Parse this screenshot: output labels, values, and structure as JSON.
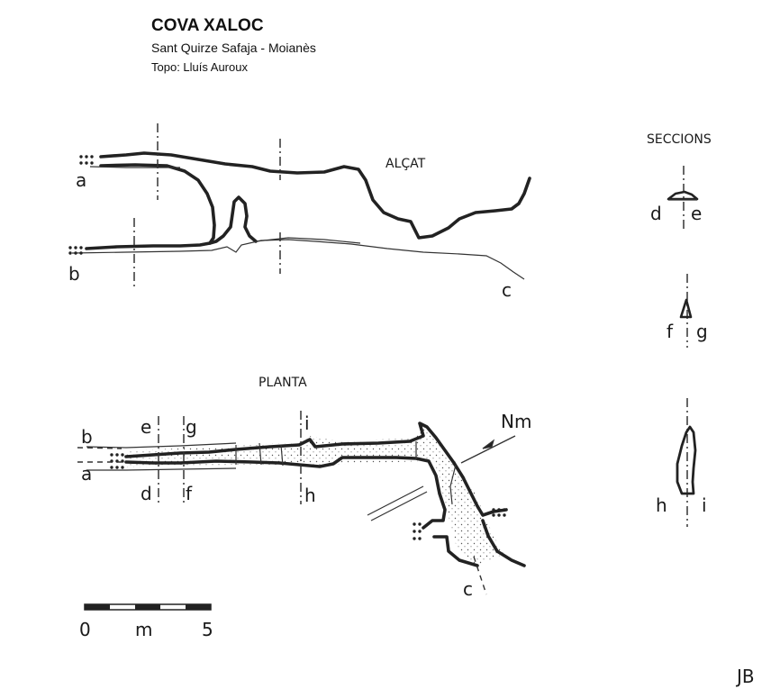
{
  "header": {
    "title": "COVA XALOC",
    "subtitle": "Sant Quirze Safaja -  Moianès",
    "author": "Topo: Lluís Auroux"
  },
  "views": {
    "elevation_label": "ALÇAT",
    "plan_label": "PLANTA",
    "sections_label": "SECCIONS"
  },
  "points": {
    "a": "a",
    "b": "b",
    "c": "c",
    "d": "d",
    "e": "e",
    "f": "f",
    "g": "g",
    "h": "h",
    "i": "i"
  },
  "north": "Nm",
  "scale": {
    "start": "0",
    "unit": "m",
    "end": "5"
  },
  "signature": "JB",
  "colors": {
    "ink": "#222222",
    "stipple": "#555555",
    "paper": "#ffffff"
  }
}
